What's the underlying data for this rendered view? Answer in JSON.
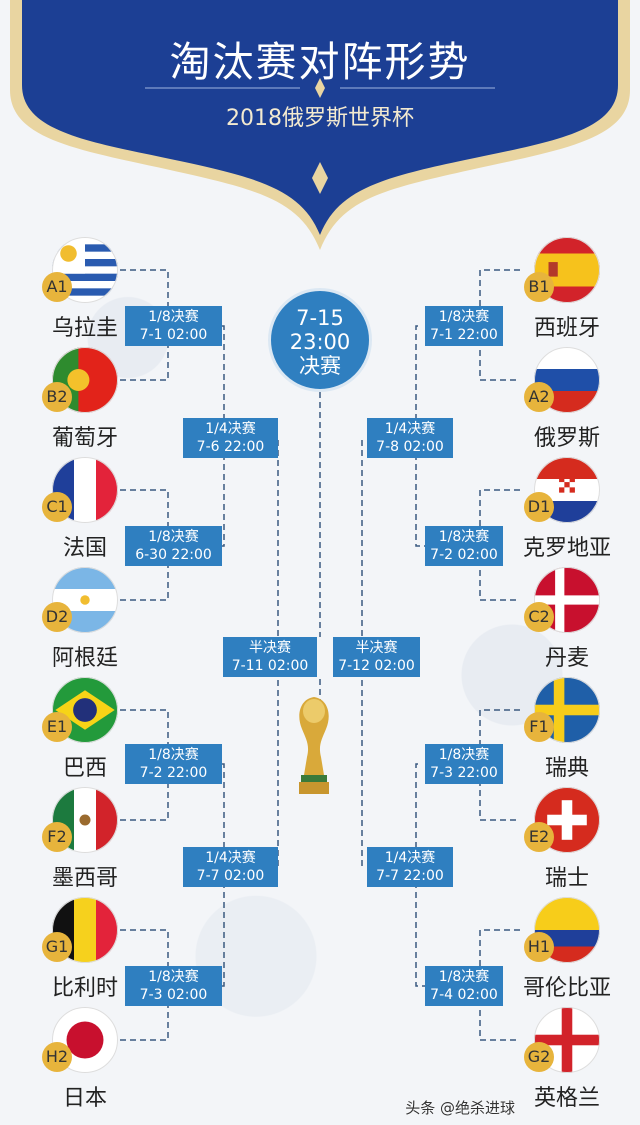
{
  "header": {
    "title": "淘汰赛对阵形势",
    "subtitle": "2018俄罗斯世界杯"
  },
  "colors": {
    "primary_blue": "#1c3f94",
    "box_blue": "#2f7fc0",
    "gold": "#e9d5a1",
    "badge": "#e7b43c"
  },
  "left_teams": [
    {
      "seed": "A1",
      "name": "乌拉圭",
      "flag": "uruguay-flag"
    },
    {
      "seed": "B2",
      "name": "葡萄牙",
      "flag": "portugal-flag"
    },
    {
      "seed": "C1",
      "name": "法国",
      "flag": "france-flag"
    },
    {
      "seed": "D2",
      "name": "阿根廷",
      "flag": "argentina-flag"
    },
    {
      "seed": "E1",
      "name": "巴西",
      "flag": "brazil-flag"
    },
    {
      "seed": "F2",
      "name": "墨西哥",
      "flag": "mexico-flag"
    },
    {
      "seed": "G1",
      "name": "比利时",
      "flag": "belgium-flag"
    },
    {
      "seed": "H2",
      "name": "日本",
      "flag": "japan-flag"
    }
  ],
  "right_teams": [
    {
      "seed": "B1",
      "name": "西班牙",
      "flag": "spain-flag"
    },
    {
      "seed": "A2",
      "name": "俄罗斯",
      "flag": "russia-flag"
    },
    {
      "seed": "D1",
      "name": "克罗地亚",
      "flag": "croatia-flag"
    },
    {
      "seed": "C2",
      "name": "丹麦",
      "flag": "denmark-flag"
    },
    {
      "seed": "F1",
      "name": "瑞典",
      "flag": "sweden-flag"
    },
    {
      "seed": "E2",
      "name": "瑞士",
      "flag": "switzerland-flag"
    },
    {
      "seed": "H1",
      "name": "哥伦比亚",
      "flag": "colombia-flag"
    },
    {
      "seed": "G2",
      "name": "英格兰",
      "flag": "england-flag"
    }
  ],
  "matches": {
    "left_r16": [
      {
        "round": "1/8决赛",
        "time": "7-1 02:00"
      },
      {
        "round": "1/8决赛",
        "time": "6-30 22:00"
      },
      {
        "round": "1/8决赛",
        "time": "7-2 22:00"
      },
      {
        "round": "1/8决赛",
        "time": "7-3 02:00"
      }
    ],
    "right_r16": [
      {
        "round": "1/8决赛",
        "time": "7-1 22:00"
      },
      {
        "round": "1/8决赛",
        "time": "7-2 02:00"
      },
      {
        "round": "1/8决赛",
        "time": "7-3 22:00"
      },
      {
        "round": "1/8决赛",
        "time": "7-4 02:00"
      }
    ],
    "left_qf": [
      {
        "round": "1/4决赛",
        "time": "7-6 22:00"
      },
      {
        "round": "1/4决赛",
        "time": "7-7 02:00"
      }
    ],
    "right_qf": [
      {
        "round": "1/4决赛",
        "time": "7-8 02:00"
      },
      {
        "round": "1/4决赛",
        "time": "7-7 22:00"
      }
    ],
    "semis": [
      {
        "round": "半决赛",
        "time": "7-11 02:00"
      },
      {
        "round": "半决赛",
        "time": "7-12 02:00"
      }
    ],
    "final": {
      "date": "7-15",
      "time": "23:00",
      "round": "决赛"
    }
  },
  "watermark": "头条 @绝杀进球"
}
